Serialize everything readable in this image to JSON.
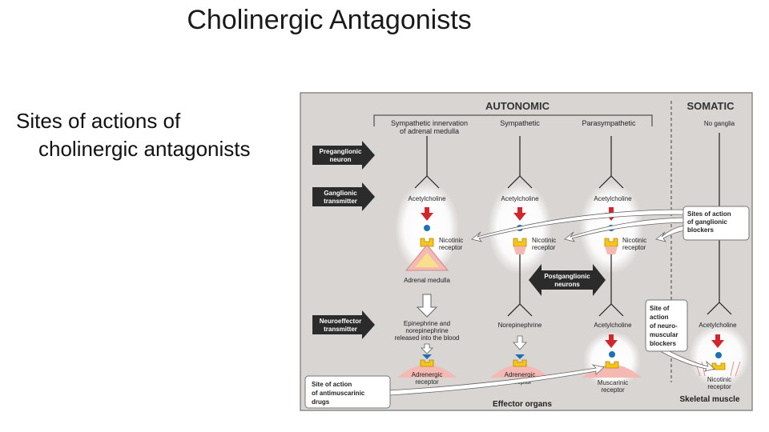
{
  "slide": {
    "title": "Cholinergic Antagonists",
    "bullet_line1": "Sites of actions of",
    "bullet_line2": "cholinergic antagonists"
  },
  "diagram": {
    "header_autonomic": "AUTONOMIC",
    "header_somatic": "SOMATIC",
    "columns": {
      "sympathetic_adrenal_line1": "Sympathetic innervation",
      "sympathetic_adrenal_line2": "of adrenal medulla",
      "sympathetic": "Sympathetic",
      "parasympathetic": "Parasympathetic",
      "no_ganglia": "No ganglia"
    },
    "row_labels": {
      "preganglionic_line1": "Preganglionic",
      "preganglionic_line2": "neuron",
      "ganglionic_line1": "Ganglionic",
      "ganglionic_line2": "transmitter",
      "neuroeffector_line1": "Neuroeffector",
      "neuroeffector_line2": "transmitter"
    },
    "acetylcholine": "Acetylcholine",
    "nicotinic_line1": "Nicotinic",
    "nicotinic_line2": "receptor",
    "adrenal_medulla": "Adrenal medulla",
    "postganglionic_line1": "Postganglionic",
    "postganglionic_line2": "neurons",
    "epi_line1": "Epinephrine and",
    "epi_line2": "norepinephrine",
    "epi_line3": "released into the blood",
    "norepinephrine": "Norepinephrine",
    "adrenergic_line1": "Adrenergic",
    "adrenergic_line2": "receptor",
    "muscarinic_line1": "Muscarinic",
    "muscarinic_line2": "receptor",
    "ganglionic_blockers": [
      "Sites of action",
      "of ganglionic",
      "blockers"
    ],
    "neuromuscular_blockers": [
      "Site of",
      "action",
      "of neuro-",
      "muscular",
      "blockers"
    ],
    "antimuscarinic": [
      "Site of action",
      "of antimuscarinic",
      "drugs"
    ],
    "effector_organs": "Effector organs",
    "skeletal_muscle": "Skeletal muscle",
    "colors": {
      "panel": "#d8d5d2",
      "arrow_dark": "#2b2b2b",
      "red_arrow": "#d0262c",
      "blue_dot": "#1f6fb5",
      "receptor_yellow": "#f5c518",
      "cell_pink": "#f4b9b2"
    }
  }
}
